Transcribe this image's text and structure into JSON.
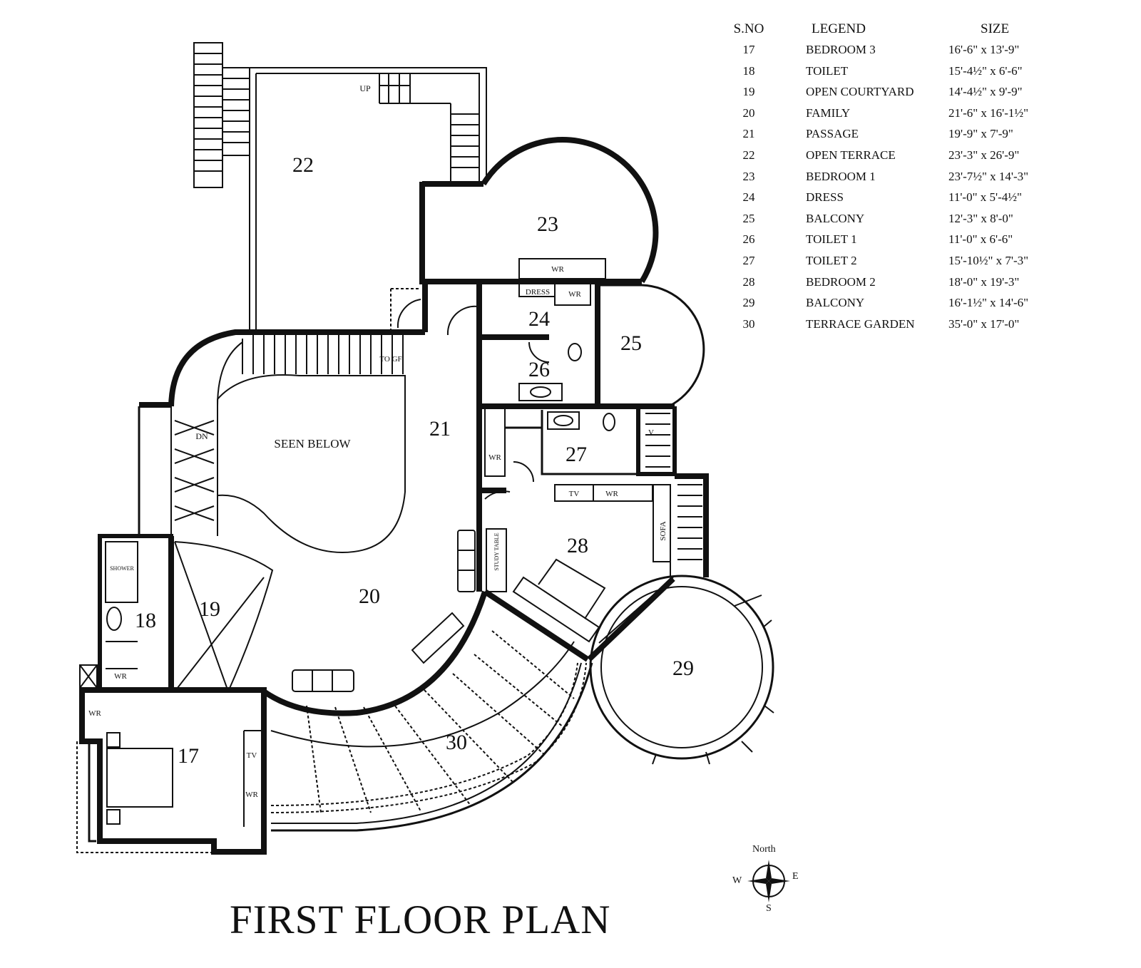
{
  "title": "FIRST FLOOR PLAN",
  "legend": {
    "headers": {
      "sno": "S.NO",
      "legend": "LEGEND",
      "size": "SIZE"
    },
    "rows": [
      {
        "sno": "17",
        "name": "BEDROOM 3",
        "size": "16'-6\" x 13'-9\""
      },
      {
        "sno": "18",
        "name": "TOILET",
        "size": "15'-4½\" x 6'-6\""
      },
      {
        "sno": "19",
        "name": "OPEN COURTYARD",
        "size": "14'-4½\" x 9'-9\""
      },
      {
        "sno": "20",
        "name": "FAMILY",
        "size": "21'-6\" x 16'-1½\""
      },
      {
        "sno": "21",
        "name": "PASSAGE",
        "size": "19'-9\" x 7'-9\""
      },
      {
        "sno": "22",
        "name": "OPEN TERRACE",
        "size": "23'-3\" x 26'-9\""
      },
      {
        "sno": "23",
        "name": "BEDROOM 1",
        "size": "23'-7½\" x 14'-3\""
      },
      {
        "sno": "24",
        "name": "DRESS",
        "size": "11'-0\" x 5'-4½\""
      },
      {
        "sno": "25",
        "name": "BALCONY",
        "size": "12'-3\" x 8'-0\""
      },
      {
        "sno": "26",
        "name": "TOILET 1",
        "size": "11'-0\" x 6'-6\""
      },
      {
        "sno": "27",
        "name": "TOILET 2",
        "size": "15'-10½\" x 7'-3\""
      },
      {
        "sno": "28",
        "name": "BEDROOM 2",
        "size": "18'-0\" x 19'-3\""
      },
      {
        "sno": "29",
        "name": "BALCONY",
        "size": "16'-1½\" x 14'-6\""
      },
      {
        "sno": "30",
        "name": "TERRACE GARDEN",
        "size": "35'-0\" x 17'-0\""
      }
    ]
  },
  "rooms": {
    "r17": "17",
    "r18": "18",
    "r19": "19",
    "r20": "20",
    "r21": "21",
    "r22": "22",
    "r23": "23",
    "r24": "24",
    "r25": "25",
    "r26": "26",
    "r27": "27",
    "r28": "28",
    "r29": "29",
    "r30": "30"
  },
  "labels": {
    "seen_below": "SEEN BELOW",
    "up": "UP",
    "to_gf": "TO GF",
    "dn": "DN",
    "wr": "WR",
    "dress": "DRESS",
    "shower": "SHOWER",
    "tv": "TV",
    "sofa": "SOFA",
    "study_table": "STUDY TABLE",
    "v": "V"
  },
  "compass": {
    "north": "North",
    "east": "E",
    "west": "W",
    "south": "S"
  }
}
